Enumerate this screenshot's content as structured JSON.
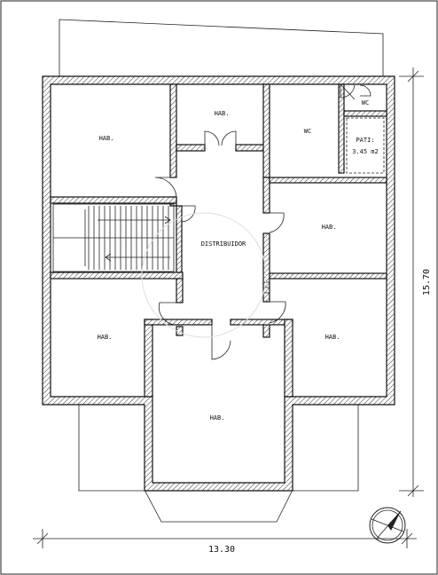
{
  "rooms": {
    "hab_top_left": "HAB.",
    "hab_top_middle": "HAB.",
    "wc_main": "WC",
    "wc_small": "WC",
    "patio_line1": "PATI:",
    "patio_line2": "3.45 m2",
    "distribuidor": "DISTRIBUIDOR",
    "hab_right_middle": "HAB.",
    "hab_left_bottom": "HAB.",
    "hab_right_bottom": "HAB.",
    "hab_bottom_center": "HAB."
  },
  "dimensions": {
    "width": "13.30",
    "height": "15.70"
  },
  "icons": {
    "compass": "north-compass-icon"
  }
}
